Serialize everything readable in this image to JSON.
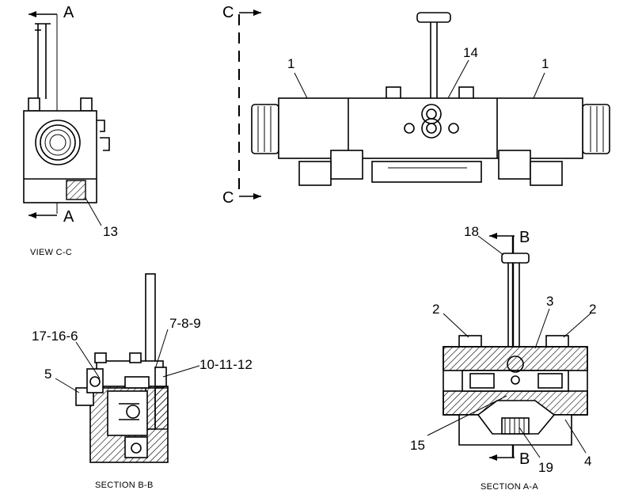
{
  "views": {
    "view_cc": {
      "caption": "VIEW C-C",
      "section_marks": [
        "A",
        "A"
      ],
      "callouts": [
        "13"
      ]
    },
    "top_view": {
      "section_marks": [
        "C",
        "C"
      ],
      "callouts": [
        "1",
        "14",
        "1"
      ]
    },
    "section_bb": {
      "caption": "SECTION B-B",
      "callouts": [
        "7-8-9",
        "17-16-6",
        "10-11-12",
        "5"
      ]
    },
    "section_aa": {
      "caption": "SECTION A-A",
      "section_marks": [
        "B",
        "B"
      ],
      "callouts": [
        "18",
        "2",
        "3",
        "2",
        "15",
        "19",
        "4"
      ]
    }
  }
}
